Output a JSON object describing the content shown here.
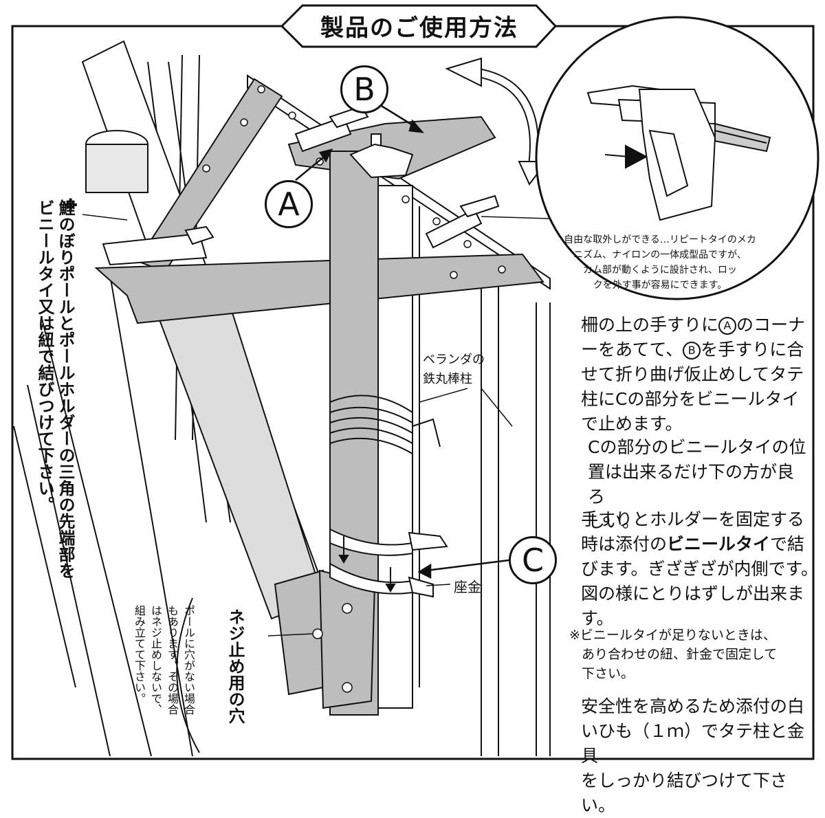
{
  "title": "製品のご使用方法",
  "labels": {
    "a": "A",
    "b": "B",
    "c": "C"
  },
  "side_note": {
    "mark": "※",
    "line1": "鯉のぼりポールとポールホルダーの三角の先端部を",
    "line2": "ビニールタイ又は紐で結びつけて下さい。"
  },
  "screw_hole": {
    "title": "ネジ止め用の穴",
    "col1": "ポールに穴がない場合",
    "col2": "もあります。その場合",
    "col3": "はネジ止めしないで、",
    "col4": "組み立てて下さい。"
  },
  "veranda_label": {
    "line1": "ベランダの",
    "line2": "鉄丸棒柱"
  },
  "washer_label": "座金",
  "callout": {
    "line1": "自由な取外しができる…リピートタイのメカ",
    "line2": "ニズム、ナイロンの一体成型品ですが、",
    "line3": "カム部が動くように設計され、ロッ",
    "line4": "クを外す事が容易にできます。"
  },
  "instructions": {
    "p1_l1_a": "柵の上の手すりに",
    "p1_l1_b": "のコーナ",
    "p1_l2_a": "ーをあてて、",
    "p1_l2_b": "を手すりに合",
    "p1_l3": "せて折り曲げ仮止めしてタテ",
    "p1_l4": "柱にCの部分をビニールタイ",
    "p1_l5": "で止めます。",
    "p2_l1": "Cの部分のビニールタイの位",
    "p2_l2": "置は出来るだけ下の方が良ろ",
    "p2_l3": "しい。",
    "p3_l1": "手すりとホルダーを固定する",
    "p3_l2_a": "時は添付の",
    "p3_l2_bold": "ビニールタイ",
    "p3_l2_b": "で結",
    "p3_l3": "びます。ぎざぎざが内側です。",
    "p3_l4": "図の様にとりはずしが出来ま",
    "p3_l5": "す。",
    "note_l1": "※ビニールタイが足りないときは、",
    "note_l2": "あり合わせの紐、針金で固定して",
    "note_l3": "下さい。",
    "p4_l1": "安全性を高めるため添付の白",
    "p4_l2": "いひも（１ｍ）でタテ柱と金具",
    "p4_l3": "をしっかり結びつけて下さい。"
  },
  "colors": {
    "line": "#111111",
    "metal": "#bdbdbd",
    "metal_dark": "#9a9a9a",
    "paper": "#ffffff"
  }
}
